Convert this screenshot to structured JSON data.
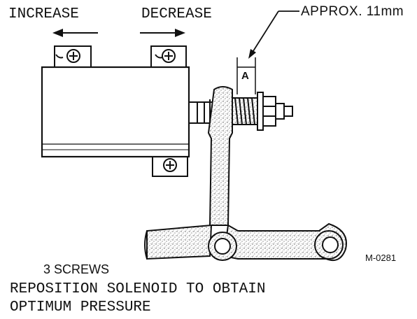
{
  "labels": {
    "increase": "INCREASE",
    "decrease": "DECREASE",
    "approx": "APPROX. 11mm",
    "dimension": "A",
    "screws": "3 SCREWS",
    "figure_code": "M-0281",
    "caption_line_1": "REPOSITION SOLENOID TO OBTAIN",
    "caption_line_2": "OPTIMUM PRESSURE"
  },
  "colors": {
    "ink": "#111111",
    "paper": "#ffffff",
    "stipple": "#555555"
  }
}
